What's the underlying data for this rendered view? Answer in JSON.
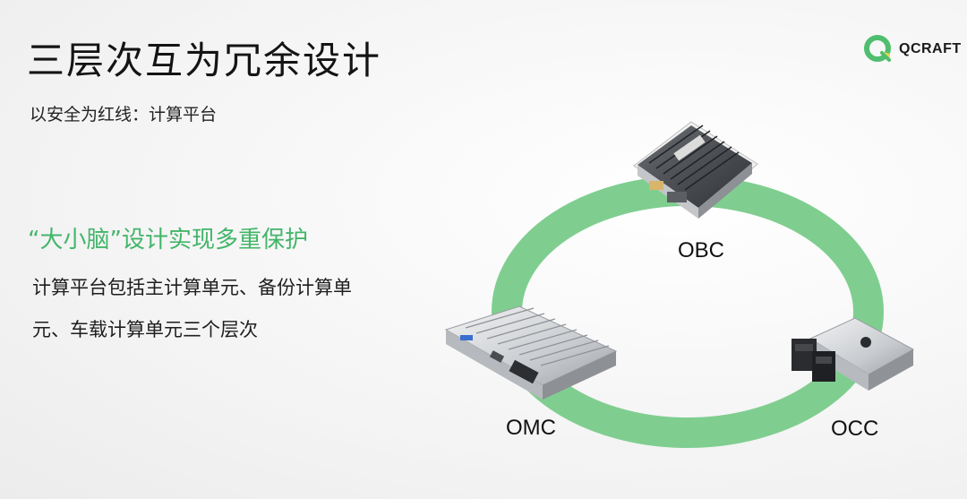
{
  "slide": {
    "title": "三层次互为冗余设计",
    "subtitle": "以安全为红线：计算平台",
    "logo": {
      "text": "QCRAFT",
      "icon": "qcraft-logo-icon"
    },
    "highlight": "“大小脑”设计实现多重保护",
    "description_lines": [
      "计算平台包括主计算单元、备份计算单",
      "元、车载计算单元三个层次"
    ]
  },
  "diagram": {
    "ring_color": "#7fce90",
    "nodes": [
      {
        "label": "OBC",
        "icon": "obc-controller-unit"
      },
      {
        "label": "OMC",
        "icon": "omc-controller-unit"
      },
      {
        "label": "OCC",
        "icon": "occ-controller-unit"
      }
    ]
  }
}
